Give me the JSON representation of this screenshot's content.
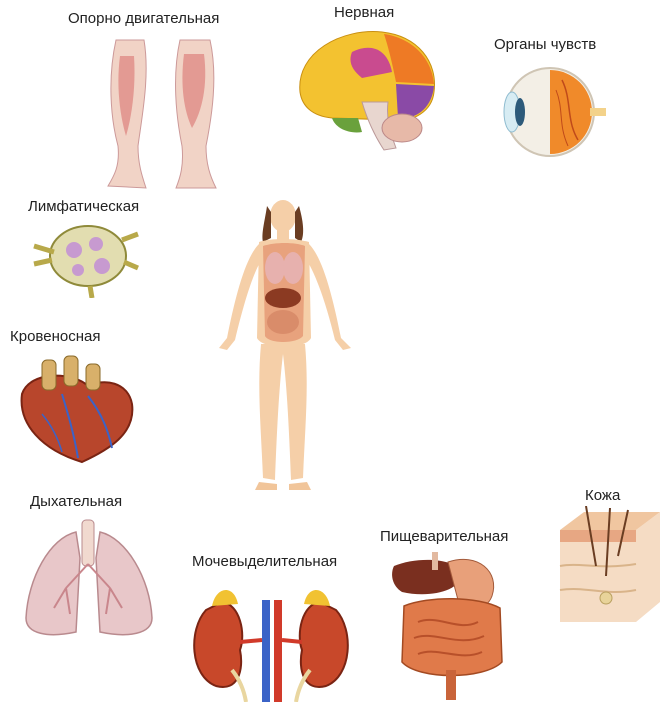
{
  "labels": {
    "musculoskeletal": "Опорно двигательная",
    "nervous": "Нервная",
    "senses": "Органы чувств",
    "lymphatic": "Лимфатическая",
    "circulatory": "Кровеносная",
    "respiratory": "Дыхательная",
    "urinary": "Мочевыделительная",
    "digestive": "Пищеварительная",
    "skin": "Кожа"
  },
  "colors": {
    "skin_tone": "#f5cfa8",
    "muscle": "#e9a9a0",
    "brain_yellow": "#f3c230",
    "brain_orange": "#ee7a25",
    "brain_purple": "#8a4aa6",
    "eye_orange": "#f08a2a",
    "lymph": "#d9d28a",
    "heart": "#b8462c",
    "vein_blue": "#3b63c7",
    "lung": "#e8c7c9",
    "kidney": "#c8482a",
    "adrenal": "#f1c232",
    "intestine": "#e07a4a",
    "liver": "#7a2f1f",
    "hair": "#6a3d22"
  }
}
